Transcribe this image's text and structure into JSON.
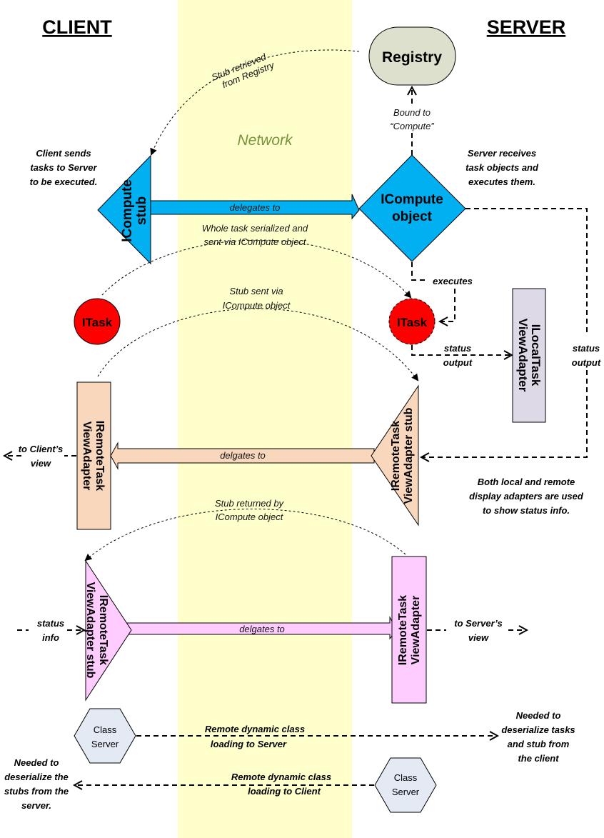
{
  "diagram": {
    "colors": {
      "network_band": "#FFFFCC",
      "network_label": "#77933C",
      "compute_blue": "#00B0F0",
      "registry_fill": "#DDE0CC",
      "task_red": "#FF0000",
      "local_adapter": "#DDD9E6",
      "remote_peach": "#F8D7BD",
      "remote_pink": "#FFCCFF",
      "class_server": "#E4EAF4"
    },
    "headers": {
      "client": "CLIENT",
      "server": "SERVER",
      "network": "Network"
    },
    "nodes": {
      "registry": "Registry",
      "icompute_stub": [
        "ICompute",
        "stub"
      ],
      "icompute_object": [
        "ICompute",
        "object"
      ],
      "itask_client": "ITask",
      "itask_server": "ITask",
      "ilocal_adapter": [
        "ILocalTask",
        "ViewAdapter"
      ],
      "iremote_adapter_client": [
        "IRemoteTask",
        "ViewAdapter"
      ],
      "iremote_stub_server": [
        "IRemoteTask",
        "ViewAdapter stub"
      ],
      "iremote_stub_client": [
        "IRemoteTask",
        "ViewAdapter stub"
      ],
      "iremote_adapter_server": [
        "IRemoteTask",
        "ViewAdapter"
      ],
      "class_server_client": [
        "Class",
        "Server"
      ],
      "class_server_server": [
        "Class",
        "Server"
      ]
    },
    "labels": {
      "stub_retrieved": [
        "Stub retrieved",
        "from Registry"
      ],
      "bound_to": [
        "Bound to",
        "“Compute”"
      ],
      "client_sends": [
        "Client sends",
        "tasks to Server",
        "to be executed."
      ],
      "server_receives": [
        "Server receives",
        "task objects and",
        "executes them."
      ],
      "delegates_to": "delegates to",
      "whole_task": [
        "Whole task serialized and",
        "sent via ICompute object"
      ],
      "executes": "executes",
      "stub_sent": [
        "Stub sent via",
        "ICompute object"
      ],
      "status_output_local": [
        "status",
        "output"
      ],
      "status_output_remote": [
        "status",
        "output"
      ],
      "delgates_to_1": "delgates to",
      "to_clients_view": [
        "to Client’s",
        "view"
      ],
      "both_local": [
        "Both local and remote",
        "display adapters are used",
        "to show status info."
      ],
      "stub_returned": [
        "Stub returned by",
        "ICompute object"
      ],
      "status_info": [
        "status",
        "info"
      ],
      "delgates_to_2": "delgates to",
      "to_servers_view": [
        "to Server’s",
        "view"
      ],
      "rdcl_server": [
        "Remote dynamic class",
        "loading to Server"
      ],
      "needed_tasks": [
        "Needed to",
        "deserialize tasks",
        "and stub from",
        "the client"
      ],
      "rdcl_client": [
        "Remote dynamic class",
        "loading to Client"
      ],
      "needed_stubs": [
        "Needed to",
        "deserialize the",
        "stubs from the",
        "server."
      ]
    }
  }
}
